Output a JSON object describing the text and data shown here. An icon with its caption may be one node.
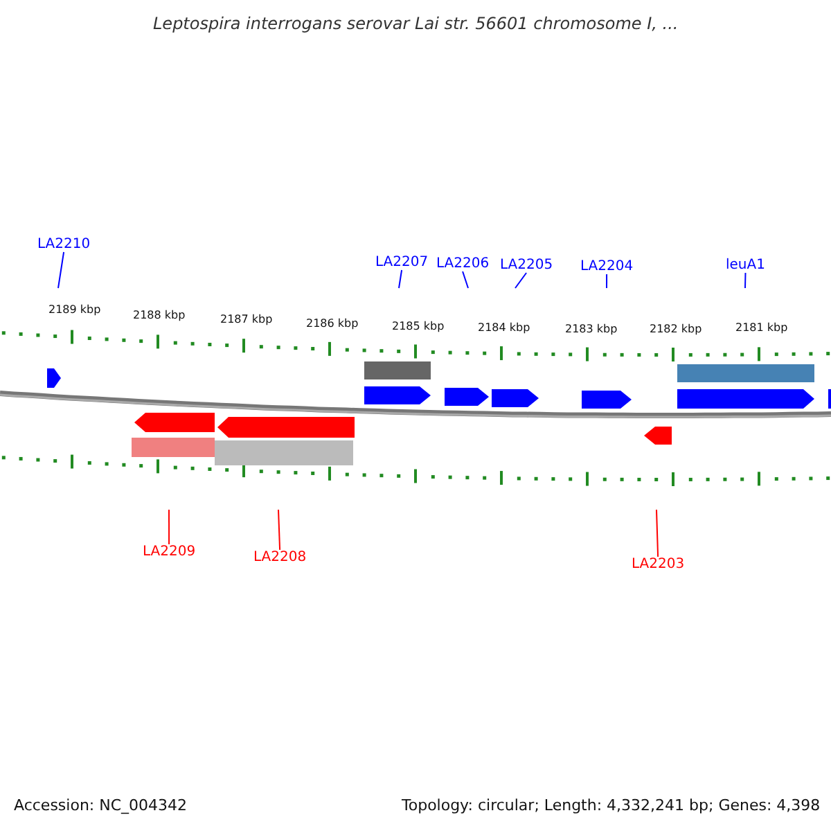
{
  "diagram": {
    "title": "Leptospira interrogans serovar Lai str. 56601 chromosome I, ...",
    "nodes": [
      {
        "text": [
          "LA2210"
        ]
      },
      {
        "text": [
          "LA2207"
        ]
      },
      {
        "text": [
          "LA2206"
        ]
      },
      {
        "text": [
          "LA2205"
        ]
      },
      {
        "text": [
          "LA2204"
        ]
      },
      {
        "text": [
          "leuA1"
        ]
      },
      {
        "text": [
          "LA2209"
        ]
      },
      {
        "text": [
          "LA2208"
        ]
      },
      {
        "text": [
          "LA2203"
        ]
      }
    ],
    "edges": [
      {
        "from": 0,
        "to": null,
        "arrow": "none",
        "color": "#0000ff"
      },
      {
        "from": 1,
        "to": null,
        "arrow": "none",
        "color": "#0000ff"
      },
      {
        "from": 2,
        "to": null,
        "arrow": "none",
        "color": "#0000ff"
      },
      {
        "from": 3,
        "to": null,
        "arrow": "none",
        "color": "#0000ff"
      },
      {
        "from": 4,
        "to": null,
        "arrow": "none",
        "color": "#0000ff"
      },
      {
        "from": 5,
        "to": null,
        "arrow": "none",
        "color": "#0000ff"
      },
      {
        "from": 6,
        "to": null,
        "arrow": "none",
        "color": "#ff0000"
      },
      {
        "from": 7,
        "to": null,
        "arrow": "none",
        "color": "#ff0000"
      },
      {
        "from": 8,
        "to": null,
        "arrow": "none",
        "color": "#ff0000"
      }
    ],
    "labels": [
      "2189 kbp",
      "2188 kbp",
      "2187 kbp",
      "2186 kbp",
      "2185 kbp",
      "2184 kbp",
      "2183 kbp",
      "2182 kbp",
      "2181 kbp",
      "Accession: NC_004342",
      "Topology: circular; Length: 4,332,241 bp; Genes: 4,398"
    ]
  }
}
